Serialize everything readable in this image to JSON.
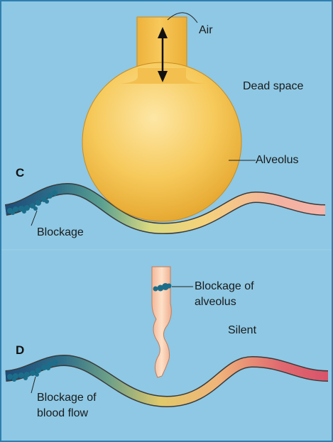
{
  "panel_c": {
    "letter": "C",
    "air_label": "Air",
    "dead_space_label": "Dead space",
    "alveolus_label": "Alveolus",
    "blockage_label": "Blockage"
  },
  "panel_d": {
    "letter": "D",
    "blockage_alveolus_line1": "Blockage of",
    "blockage_alveolus_line2": "alveolus",
    "silent_label": "Silent",
    "blockage_blood_line1": "Blockage of",
    "blockage_blood_line2": "blood flow"
  },
  "colors": {
    "background": "#8ec8e4",
    "frame": "#2f7fb0",
    "alveolus_fill": "#f2c04a",
    "capillary_dark": "#1f4f7a",
    "capillary_light": "#f3a7a0",
    "blockage_dots": "#1b6e8a"
  }
}
